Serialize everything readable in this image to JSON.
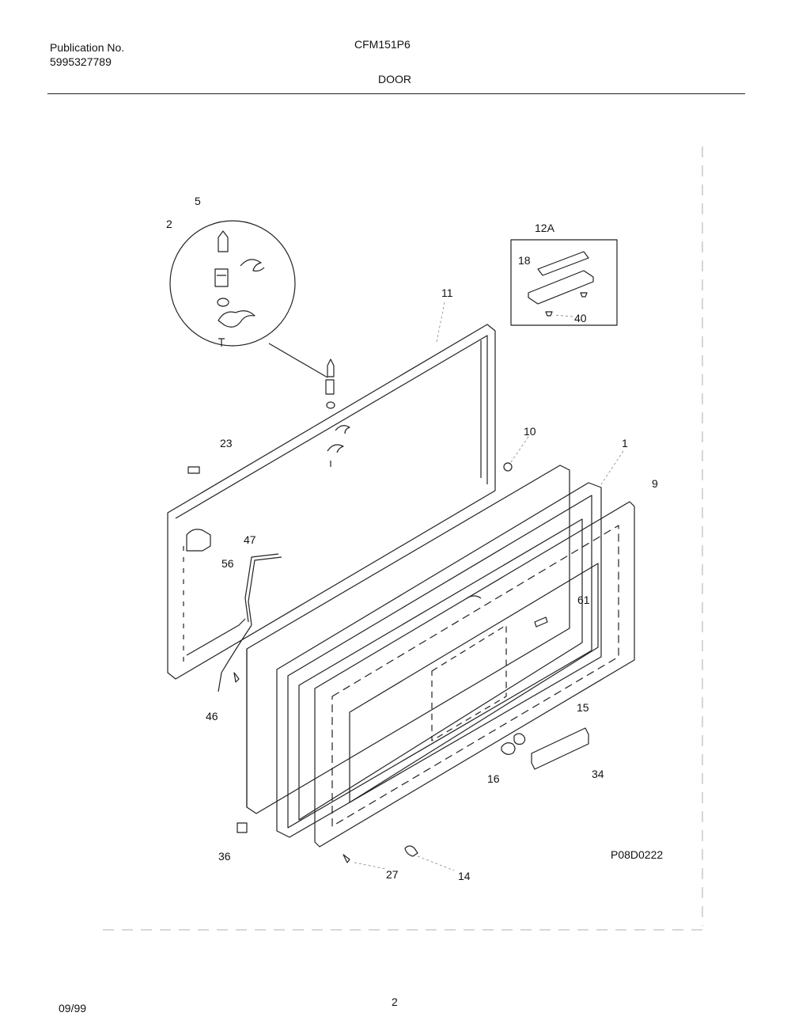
{
  "header": {
    "publication_label": "Publication No.",
    "publication_number": "5995327789",
    "model": "CFM151P6",
    "section": "DOOR"
  },
  "diagram": {
    "figure_id": "P08D0222",
    "kit_label": "12A",
    "callouts": [
      "5",
      "2",
      "11",
      "18",
      "40",
      "10",
      "1",
      "9",
      "23",
      "47",
      "56",
      "61",
      "15",
      "46",
      "16",
      "34",
      "36",
      "27",
      "14"
    ]
  },
  "footer": {
    "date": "09/99",
    "page_number": "2"
  }
}
